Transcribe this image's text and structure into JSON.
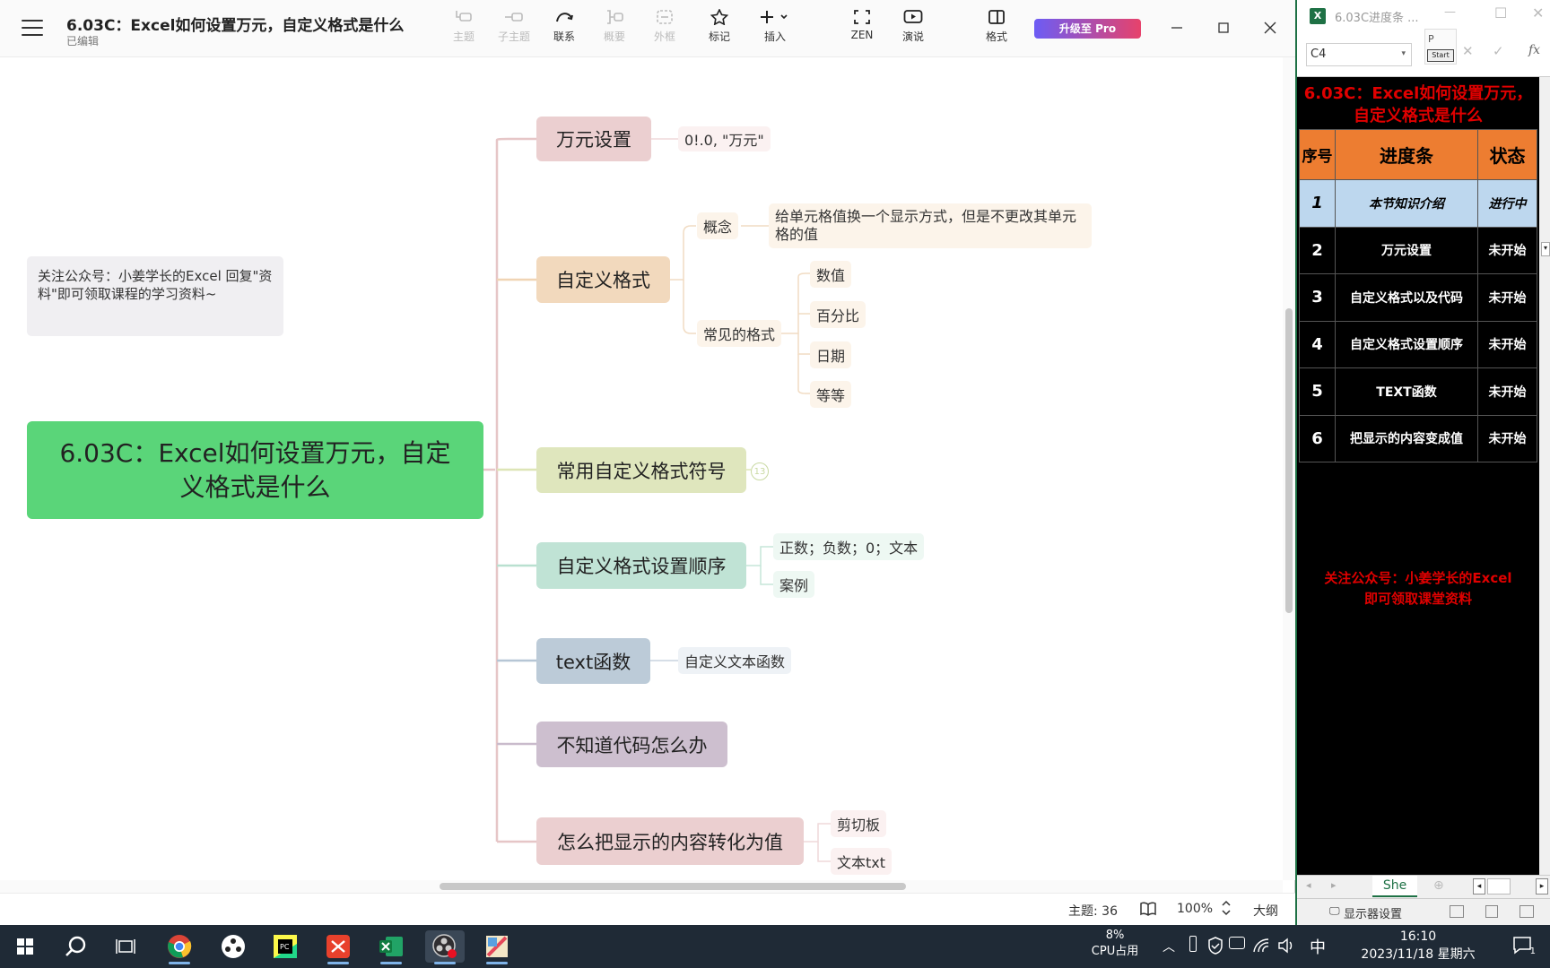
{
  "mindmap": {
    "title": "6.03C：Excel如何设置万元，自定义格式是什么",
    "subtitle": "已编辑",
    "toolbar": [
      {
        "label": "主题",
        "icon": "topic-icon",
        "disabled": true
      },
      {
        "label": "子主题",
        "icon": "subtopic-icon",
        "disabled": true
      },
      {
        "label": "联系",
        "icon": "relationship-icon",
        "disabled": false
      },
      {
        "label": "概要",
        "icon": "summary-icon",
        "disabled": true
      },
      {
        "label": "外框",
        "icon": "boundary-icon",
        "disabled": true
      },
      {
        "label": "标记",
        "icon": "star-icon",
        "disabled": false
      },
      {
        "label": "插入",
        "icon": "plus-icon",
        "disabled": false
      },
      {
        "label": "ZEN",
        "icon": "zen-icon",
        "disabled": false
      },
      {
        "label": "演说",
        "icon": "present-icon",
        "disabled": false
      },
      {
        "label": "格式",
        "icon": "format-panel-icon",
        "disabled": false
      }
    ],
    "pro_button": "升级至 Pro",
    "note": "关注公众号：小姜学长的Excel 回复\"资料\"即可领取课程的学习资料~",
    "root": "6.03C：Excel如何设置万元，自定义格式是什么",
    "branches": {
      "b1": {
        "label": "万元设置",
        "color": "#ebcfd0"
      },
      "b1_leaf": "0!.0, \"万元\"",
      "b2": {
        "label": "自定义格式",
        "color": "#f2d9bd"
      },
      "b2_concept": "概念",
      "b2_concept_desc": "给单元格值换一个显示方式，但是不更改其单元格的值",
      "b2_common": "常见的格式",
      "b2_common_items": [
        "数值",
        "百分比",
        "日期",
        "等等"
      ],
      "b3": {
        "label": "常用自定义格式符号",
        "color": "#dfe6bd"
      },
      "b3_collapsed_count": "13",
      "b4": {
        "label": "自定义格式设置顺序",
        "color": "#c0e3d5"
      },
      "b4_items": [
        "正数；负数；0；文本",
        "案例"
      ],
      "b5": {
        "label": "text函数",
        "color": "#bccbd8"
      },
      "b5_leaf": "自定义文本函数",
      "b6": {
        "label": "不知道代码怎么办",
        "color": "#cdbfcf"
      },
      "b7": {
        "label": "怎么把显示的内容转化为值",
        "color": "#ebcfd0"
      },
      "b7_items": [
        "剪切板",
        "文本txt"
      ]
    },
    "status": {
      "topics": "主题: 36",
      "zoom": "100%",
      "outline": "大纲"
    }
  },
  "excel": {
    "window_title": "6.03C进度条 ...",
    "name_box": "C4",
    "popup_text": "P",
    "popup_button": "Start",
    "fx": "fx",
    "sheet_title": "6.03C：Excel如何设置万元，自定义格式是什么",
    "headers": [
      "序号",
      "进度条",
      "状态"
    ],
    "rows": [
      {
        "num": "1",
        "item": "本节知识介绍",
        "status": "进行中",
        "active": true
      },
      {
        "num": "2",
        "item": "万元设置",
        "status": "未开始",
        "active": false
      },
      {
        "num": "3",
        "item": "自定义格式以及代码",
        "status": "未开始",
        "active": false
      },
      {
        "num": "4",
        "item": "自定义格式设置顺序",
        "status": "未开始",
        "active": false
      },
      {
        "num": "5",
        "item": "TEXT函数",
        "status": "未开始",
        "active": false
      },
      {
        "num": "6",
        "item": "把显示的内容变成值",
        "status": "未开始",
        "active": false
      }
    ],
    "follow_line1": "关注公众号：小姜学长的Excel",
    "follow_line2": "即可领取课堂资料",
    "sheet_tab": "She",
    "status_display": "显示器设置"
  },
  "taskbar": {
    "apps": [
      "start-icon",
      "search-icon",
      "task-view-icon",
      "chrome-icon",
      "app-icon",
      "pycharm-icon",
      "wps-icon",
      "excel-icon",
      "obs-icon",
      "paint-icon"
    ],
    "cpu_percent": "8%",
    "cpu_label": "CPU占用",
    "ime": "中",
    "time": "16:10",
    "date": "2023/11/18 星期六",
    "notifications": "1"
  }
}
